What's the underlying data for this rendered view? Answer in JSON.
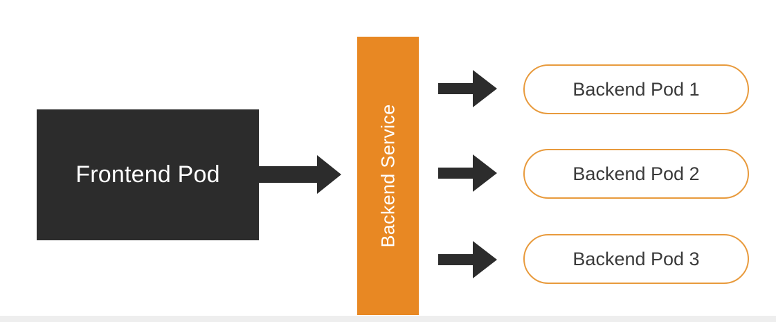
{
  "diagram": {
    "frontend": {
      "label": "Frontend Pod"
    },
    "service": {
      "label": "Backend Service"
    },
    "pods": [
      {
        "label": "Backend Pod 1"
      },
      {
        "label": "Backend Pod 2"
      },
      {
        "label": "Backend Pod 3"
      }
    ],
    "colors": {
      "frontend_fill": "#2c2c2c",
      "service_fill": "#e88823",
      "pod_border": "#e89a3c",
      "arrow": "#2c2c2c"
    }
  }
}
